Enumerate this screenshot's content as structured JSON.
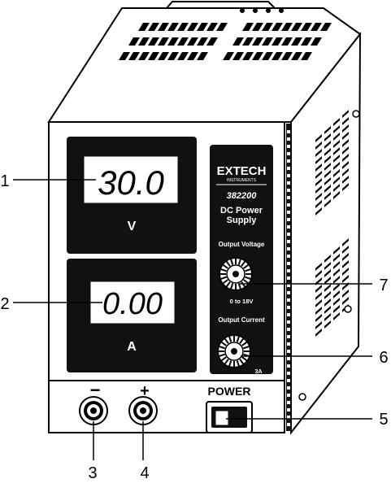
{
  "device": {
    "brand": "EXTECH",
    "brand_sub": "INSTRUMENTS",
    "model": "382200",
    "title_line1": "DC Power",
    "title_line2": "Supply",
    "voltage_display": "30.0",
    "voltage_unit": "V",
    "current_display": "0.00",
    "current_unit": "A",
    "output_voltage_label": "Output Voltage",
    "output_voltage_range": "0 to 18V",
    "output_current_label": "Output Current",
    "output_current_range": "3A",
    "power_label": "POWER",
    "terminal_negative": "−",
    "terminal_positive": "+"
  },
  "callouts": [
    "1",
    "2",
    "3",
    "4",
    "5",
    "6",
    "7"
  ]
}
